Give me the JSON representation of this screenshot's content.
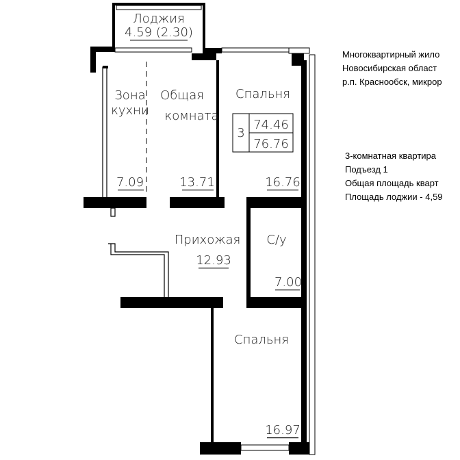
{
  "plan": {
    "loggia": {
      "label": "Лоджия",
      "area": "4.59 (2.30)"
    },
    "kitchen_zone": {
      "label_line1": "Зона",
      "label_line2": "кухни",
      "area": "7.09"
    },
    "living_room": {
      "label_line1": "Общая",
      "label_line2": "комната",
      "area": "13.71"
    },
    "bedroom_top": {
      "label": "Спальня",
      "area": "16.76"
    },
    "hallway": {
      "label": "Прихожая",
      "area": "12.93"
    },
    "bathroom": {
      "label": "С/у",
      "area": "7.00"
    },
    "bedroom_bottom": {
      "label": "Спальня",
      "area": "16.97"
    },
    "summary": {
      "rooms": "3",
      "living_area": "74.46",
      "total_area": "76.76"
    }
  },
  "address": {
    "line1": "Многоквартирный жило",
    "line2": "Новосибирская област",
    "line3": "р.п. Краснообск, микрор"
  },
  "details": {
    "line1": "3-комнатная квартира",
    "line2": "Подъезд 1",
    "line3": "Общая площадь кварт",
    "line4": "Площадь лоджии - 4,59"
  }
}
